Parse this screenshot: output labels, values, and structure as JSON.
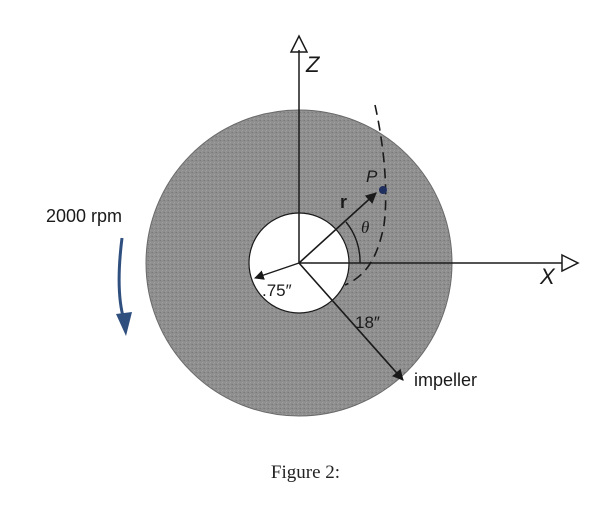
{
  "diagram": {
    "speed_label": "2000 rpm",
    "axis_z_label": "Z",
    "axis_x_label": "X",
    "point_label": "P",
    "radius_vector_label": "r",
    "angle_label": "θ",
    "inner_radius_label": ".75″",
    "outer_radius_label": "18″",
    "impeller_label": "impeller",
    "colors": {
      "disk_fill": "#8f8f8f",
      "line": "#1a1a1a",
      "rotation_arrow": "#2f4f7f",
      "point": "#1f2f5f"
    }
  },
  "caption": "Figure 2:"
}
